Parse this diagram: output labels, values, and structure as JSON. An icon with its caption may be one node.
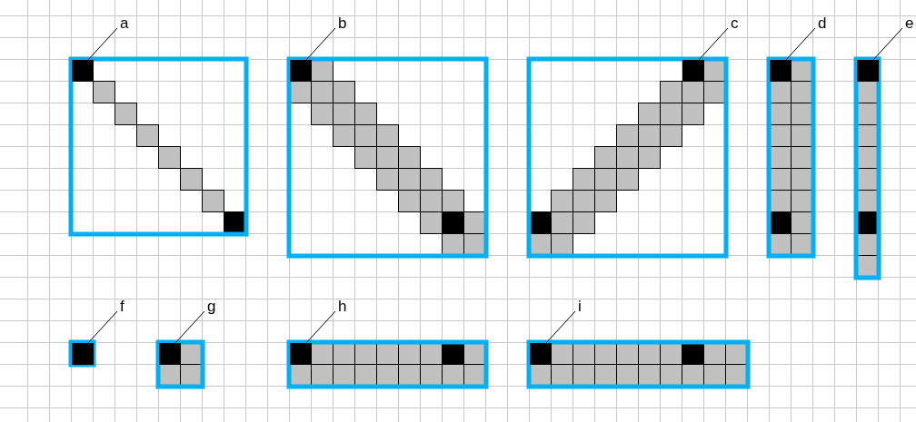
{
  "diagram": {
    "nodes": [
      {
        "text": [
          "a"
        ]
      },
      {
        "text": [],
        "shape": "box"
      },
      {
        "text": [
          "b"
        ]
      },
      {
        "text": [],
        "shape": "box"
      },
      {
        "text": [
          "c"
        ]
      },
      {
        "text": [],
        "shape": "box"
      },
      {
        "text": [
          "d"
        ]
      },
      {
        "text": [],
        "shape": "box"
      },
      {
        "text": [
          "e"
        ]
      },
      {
        "text": [],
        "shape": "box"
      },
      {
        "text": [
          "f"
        ]
      },
      {
        "text": [],
        "shape": "box"
      },
      {
        "text": [
          "g"
        ]
      },
      {
        "text": [],
        "shape": "box"
      },
      {
        "text": [
          "h"
        ]
      },
      {
        "text": [],
        "shape": "box"
      },
      {
        "text": [
          "i"
        ]
      },
      {
        "text": [],
        "shape": "box"
      }
    ],
    "edges": [
      {
        "from": 0,
        "to": 1,
        "arrow": "none"
      },
      {
        "from": 2,
        "to": 3,
        "arrow": "none"
      },
      {
        "from": 4,
        "to": 5,
        "arrow": "none"
      },
      {
        "from": 6,
        "to": 7,
        "arrow": "none"
      },
      {
        "from": 8,
        "to": 9,
        "arrow": "none"
      },
      {
        "from": 10,
        "to": 11,
        "arrow": "none"
      },
      {
        "from": 12,
        "to": 13,
        "arrow": "none"
      },
      {
        "from": 14,
        "to": 15,
        "arrow": "none"
      },
      {
        "from": 16,
        "to": 17,
        "arrow": "none"
      }
    ]
  }
}
